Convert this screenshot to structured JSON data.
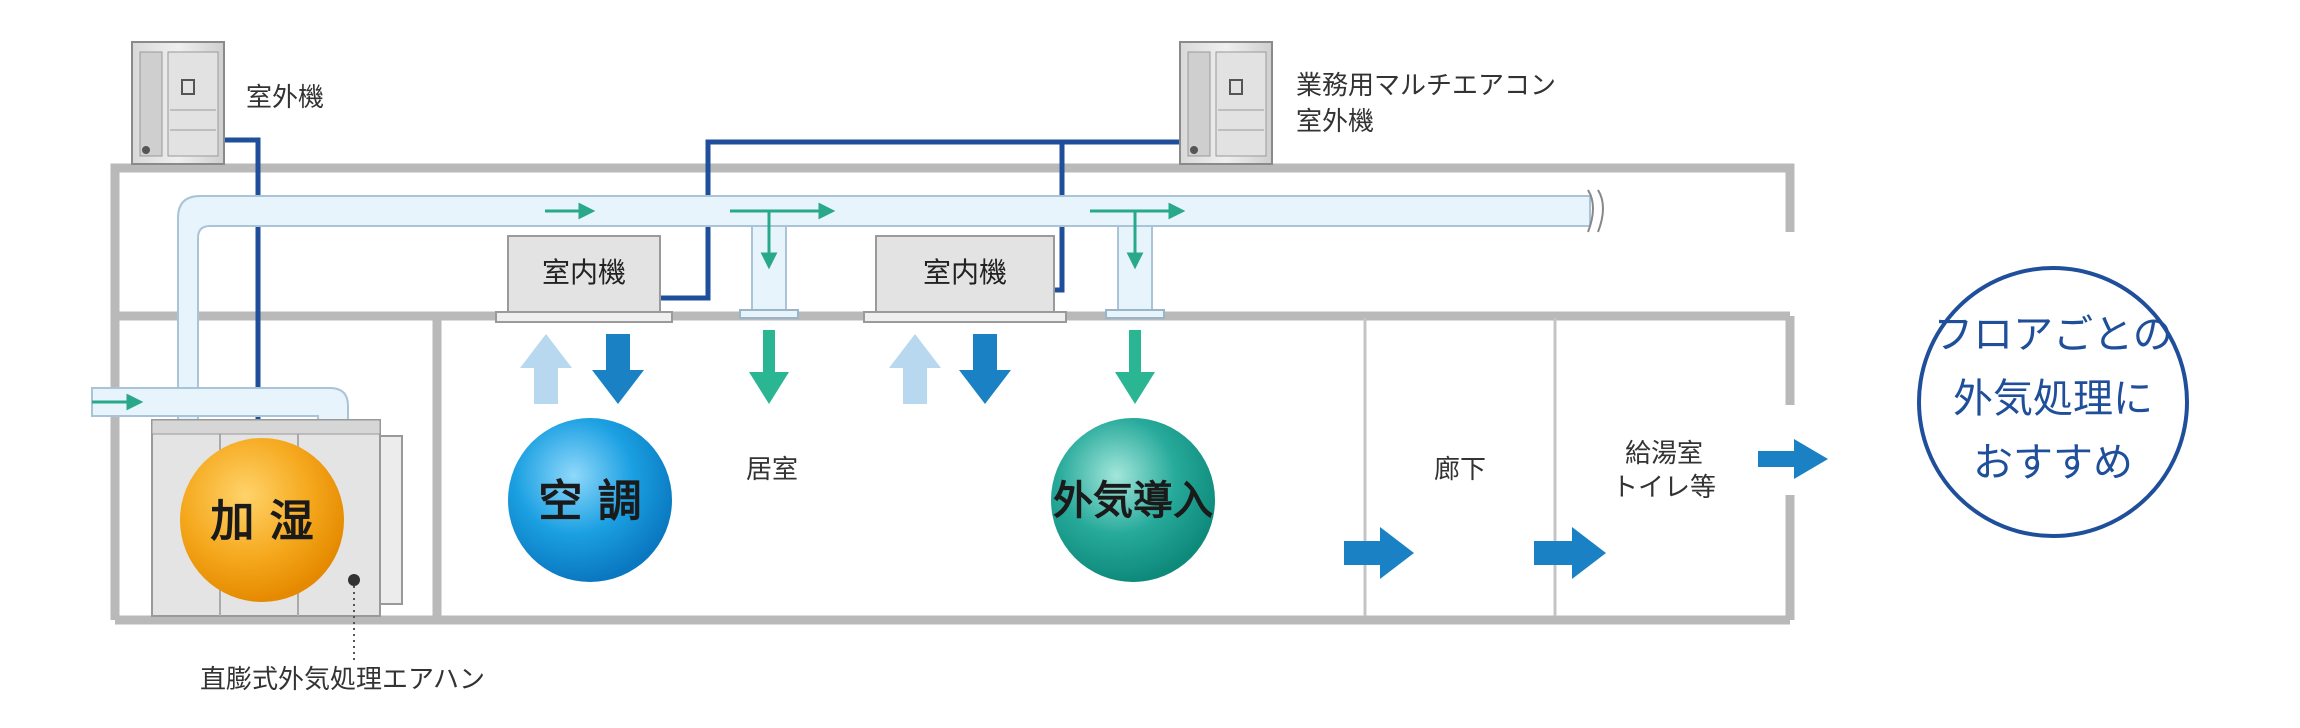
{
  "labels": {
    "outdoor_unit": "室外機",
    "multi_outdoor_line1": "業務用マルチエアコン",
    "multi_outdoor_line2": "室外機",
    "indoor_unit_1": "室内機",
    "indoor_unit_2": "室内機",
    "room": "居室",
    "corridor": "廊下",
    "kitchenette": "給湯室",
    "toilet": "トイレ等",
    "ahu": "直膨式外気処理エアハン"
  },
  "spheres": {
    "humidify": "加 湿",
    "aircon": "空 調",
    "outside_air": "外気導入"
  },
  "badge": {
    "line1": "フロアごとの",
    "line2": "外気処理に",
    "line3": "おすすめ"
  },
  "colors": {
    "building_wall": "#b9b9b9",
    "duct_fill": "#e8f4fb",
    "duct_stroke": "#a9c4d6",
    "refrigerant_pipe": "#1f4f9a",
    "supply_arrow": "#2aa88a",
    "cool_arrow": "#1a82c4",
    "return_arrow": "#b7d8ee",
    "flow_arrow": "#1a82c4",
    "humidify_sphere": "#f2a71b",
    "aircon_sphere": "#1ba0e2",
    "outside_air_sphere": "#1fa89a",
    "badge_border": "#1f4f9a"
  }
}
